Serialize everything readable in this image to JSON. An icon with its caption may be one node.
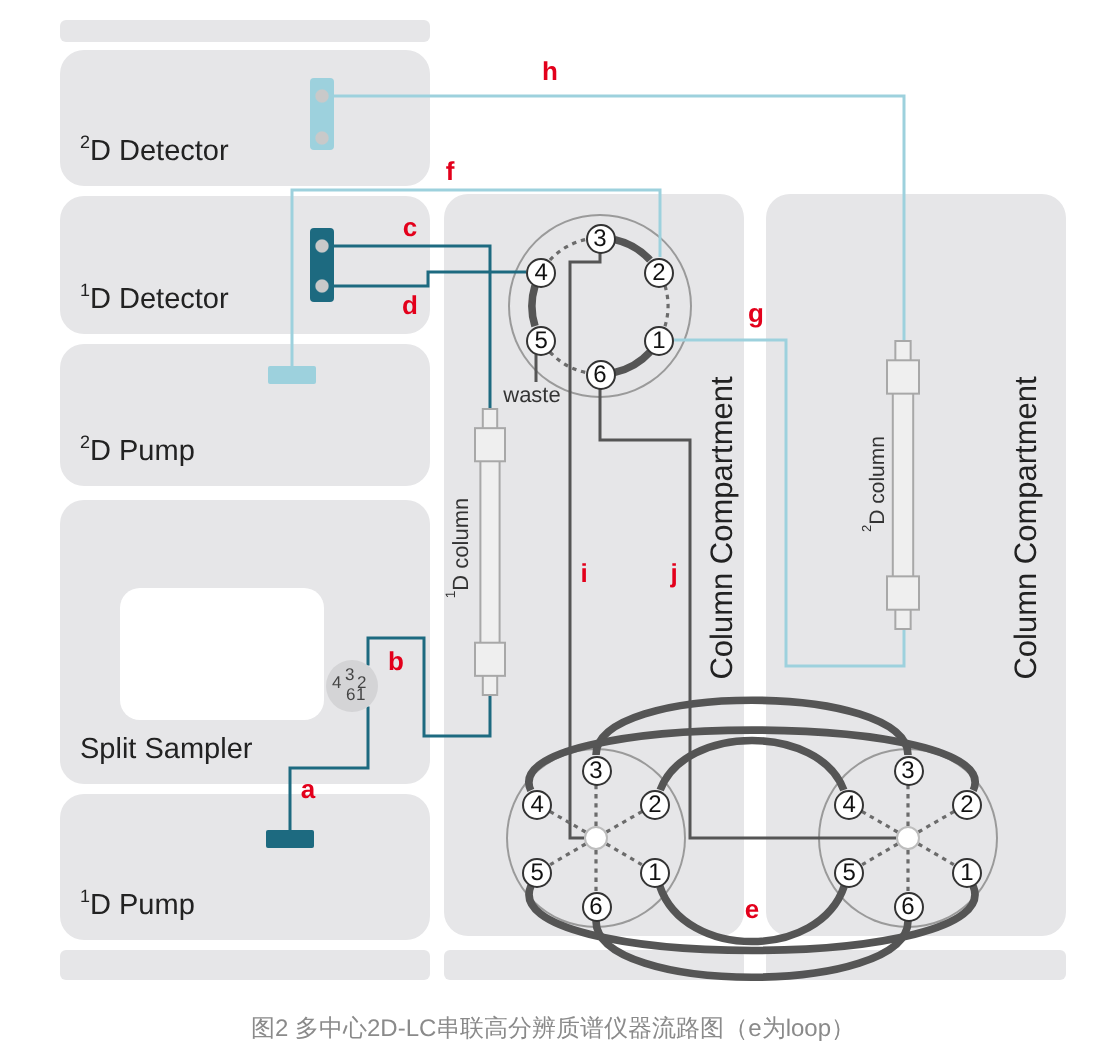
{
  "diagram": {
    "caption": "图2 多中心2D-LC串联高分辨质谱仪器流路图（e为loop）",
    "nodes": [
      {
        "text": [
          "$^{2}$D Detector"
        ]
      },
      {
        "text": [],
        "shape": "box",
        "in": 0
      },
      {
        "text": [
          "$^{1}$D Detector"
        ]
      },
      {
        "text": [],
        "shape": "box",
        "in": 2
      },
      {
        "text": [
          "$^{2}$D Pump"
        ]
      },
      {
        "text": [],
        "shape": "bar",
        "in": 4
      },
      {
        "text": [
          "Split Sampler"
        ]
      },
      {
        "text": [
          "4",
          "3",
          "2",
          "6",
          "1"
        ],
        "in": 6
      },
      {
        "text": [
          "$^{1}$D Pump"
        ]
      },
      {
        "text": [],
        "shape": "bar",
        "in": 8
      },
      {
        "text": [
          "Column Compartment"
        ]
      },
      {
        "text": [],
        "shape": "circle",
        "in": 10
      },
      {
        "text": [
          "3"
        ],
        "in": 11
      },
      {
        "text": [
          "4"
        ],
        "in": 11
      },
      {
        "text": [
          "2"
        ],
        "in": 11
      },
      {
        "text": [
          "5"
        ],
        "in": 11
      },
      {
        "text": [
          "1"
        ],
        "in": 11
      },
      {
        "text": [
          "6"
        ],
        "in": 11
      },
      {
        "text": [
          "waste"
        ],
        "in": 10
      },
      {
        "text": [
          "$^{1}$D column"
        ],
        "in": 10
      },
      {
        "text": [],
        "shape": "circle",
        "in": 10
      },
      {
        "text": [
          "3"
        ],
        "in": 20
      },
      {
        "text": [
          "4"
        ],
        "in": 20
      },
      {
        "text": [
          "2"
        ],
        "in": 20
      },
      {
        "text": [],
        "shape": "circle",
        "in": 20
      },
      {
        "text": [
          "5"
        ],
        "in": 20
      },
      {
        "text": [
          "1"
        ],
        "in": 20
      },
      {
        "text": [
          "6"
        ],
        "in": 20
      },
      {
        "text": [
          "Column Compartment"
        ]
      },
      {
        "text": [
          "$^{2}$D column"
        ],
        "in": 28
      },
      {
        "text": [],
        "shape": "circle",
        "in": 28
      },
      {
        "text": [
          "3"
        ],
        "in": 30
      },
      {
        "text": [
          "4"
        ],
        "in": 30
      },
      {
        "text": [
          "2"
        ],
        "in": 30
      },
      {
        "text": [],
        "shape": "circle",
        "in": 30
      },
      {
        "text": [
          "5"
        ],
        "in": 30
      },
      {
        "text": [
          "1"
        ],
        "in": 30
      },
      {
        "text": [
          "6"
        ],
        "in": 30
      }
    ],
    "edges": [
      {
        "from": 9,
        "to": 7,
        "arrow": "none",
        "label": "a",
        "color": "#1d6a80"
      },
      {
        "from": 7,
        "to": 19,
        "arrow": "none",
        "label": "b",
        "color": "#1d6a80"
      },
      {
        "from": 19,
        "to": 3,
        "arrow": "none",
        "label": "c",
        "color": "#1d6a80"
      },
      {
        "from": 3,
        "to": 13,
        "arrow": "none",
        "label": "d",
        "color": "#1d6a80"
      },
      {
        "from": 5,
        "to": 14,
        "arrow": "none",
        "label": "f",
        "color": "#9dd1dd"
      },
      {
        "from": 16,
        "to": 29,
        "arrow": "none",
        "label": "g",
        "color": "#9dd1dd"
      },
      {
        "from": 29,
        "to": 1,
        "arrow": "none",
        "label": "h",
        "color": "#9dd1dd"
      },
      {
        "from": 12,
        "to": 24,
        "arrow": "none",
        "label": "i"
      },
      {
        "from": 17,
        "to": 34,
        "arrow": "none",
        "label": "j"
      },
      {
        "from": 15,
        "to": 18,
        "arrow": "none"
      },
      {
        "from": 12,
        "to": 14,
        "arrow": "none",
        "style": "thick"
      },
      {
        "from": 14,
        "to": 16,
        "arrow": "none",
        "style": "dashed"
      },
      {
        "from": 16,
        "to": 17,
        "arrow": "none",
        "style": "thick"
      },
      {
        "from": 17,
        "to": 15,
        "arrow": "none",
        "style": "dashed"
      },
      {
        "from": 15,
        "to": 13,
        "arrow": "none",
        "style": "thick"
      },
      {
        "from": 13,
        "to": 12,
        "arrow": "none",
        "style": "dashed"
      },
      {
        "from": 24,
        "to": 21,
        "arrow": "none",
        "style": "dashed"
      },
      {
        "from": 24,
        "to": 22,
        "arrow": "none",
        "style": "dashed"
      },
      {
        "from": 24,
        "to": 23,
        "arrow": "none",
        "style": "dashed"
      },
      {
        "from": 24,
        "to": 25,
        "arrow": "none",
        "style": "dashed"
      },
      {
        "from": 24,
        "to": 26,
        "arrow": "none",
        "style": "dashed"
      },
      {
        "from": 24,
        "to": 27,
        "arrow": "none",
        "style": "dashed"
      },
      {
        "from": 34,
        "to": 31,
        "arrow": "none",
        "style": "dashed"
      },
      {
        "from": 34,
        "to": 32,
        "arrow": "none",
        "style": "dashed"
      },
      {
        "from": 34,
        "to": 33,
        "arrow": "none",
        "style": "dashed"
      },
      {
        "from": 34,
        "to": 35,
        "arrow": "none",
        "style": "dashed"
      },
      {
        "from": 34,
        "to": 36,
        "arrow": "none",
        "style": "dashed"
      },
      {
        "from": 34,
        "to": 37,
        "arrow": "none",
        "style": "dashed"
      },
      {
        "from": 21,
        "to": 31,
        "arrow": "none",
        "style": "thick"
      },
      {
        "from": 22,
        "to": 33,
        "arrow": "none",
        "style": "thick"
      },
      {
        "from": 23,
        "to": 32,
        "arrow": "none",
        "style": "thick"
      },
      {
        "from": 27,
        "to": 37,
        "arrow": "none",
        "style": "thick"
      },
      {
        "from": 25,
        "to": 36,
        "arrow": "none",
        "style": "thick"
      },
      {
        "from": 26,
        "to": 35,
        "arrow": "none",
        "style": "thick",
        "label": "e"
      }
    ]
  }
}
